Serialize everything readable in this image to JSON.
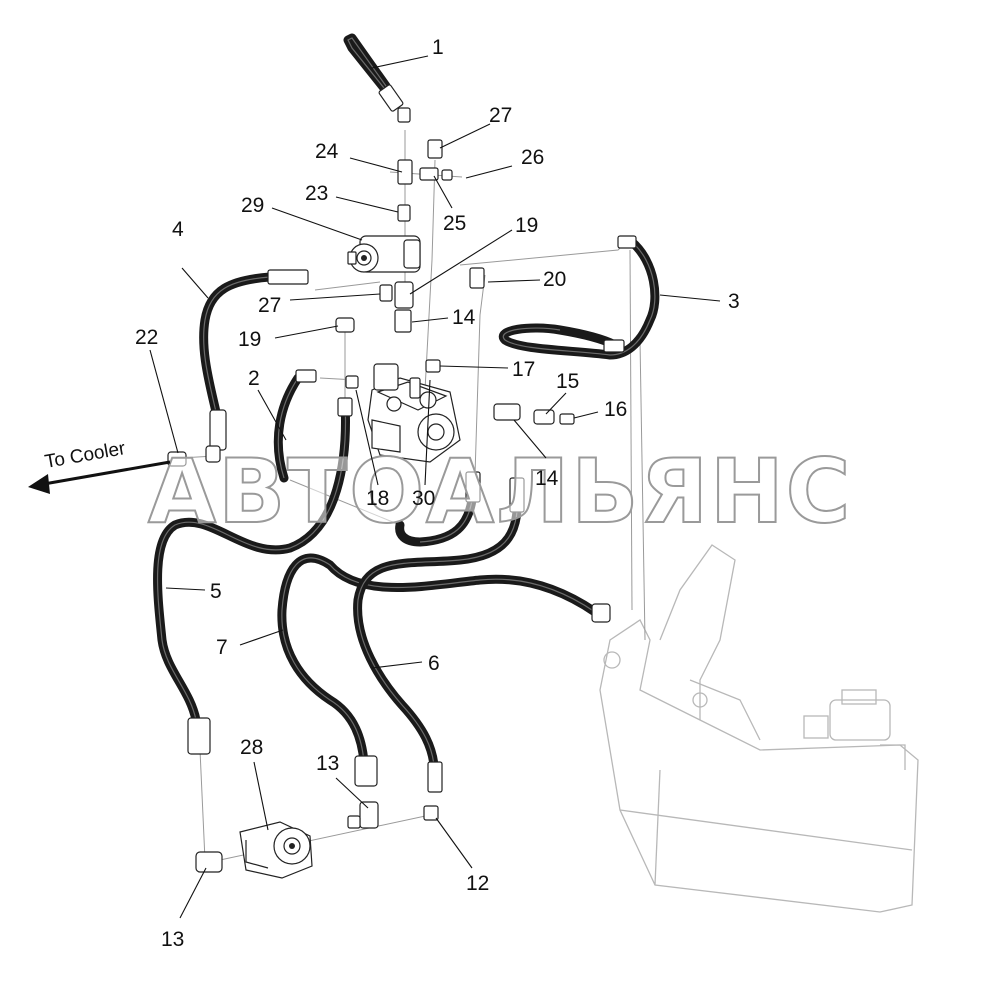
{
  "diagram": {
    "watermark": "АВТОАЛЬЯНС",
    "direction_label": "To Cooler",
    "callouts": {
      "c1": "1",
      "c2": "2",
      "c3": "3",
      "c4": "4",
      "c5": "5",
      "c6": "6",
      "c7": "7",
      "c12": "12",
      "c13a": "13",
      "c13b": "13",
      "c14a": "14",
      "c14b": "14",
      "c15": "15",
      "c16": "16",
      "c17": "17",
      "c18": "18",
      "c19a": "19",
      "c19b": "19",
      "c20": "20",
      "c22": "22",
      "c23": "23",
      "c24": "24",
      "c25": "25",
      "c26": "26",
      "c27a": "27",
      "c27b": "27",
      "c28": "28",
      "c29": "29",
      "c30": "30"
    }
  }
}
